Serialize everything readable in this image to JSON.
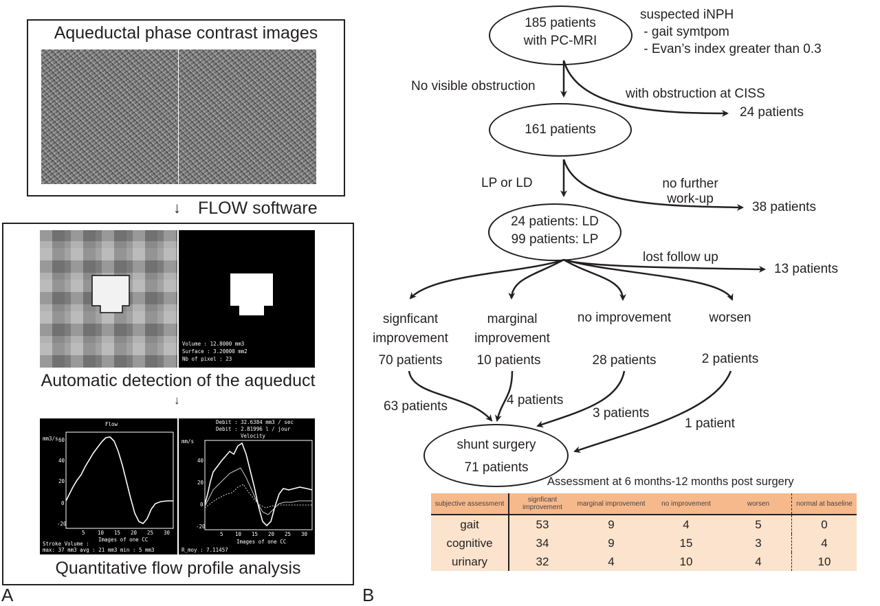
{
  "panel_a": {
    "label": "A",
    "title_pc": "Aqueductal phase contrast images",
    "step_software": "FLOW software",
    "title_detect": "Automatic detection of the aqueduct",
    "title_quant": "Quantitative flow profile analysis",
    "seg_stats": [
      "Volume : 12.8000 mm3",
      "Surface : 3.20000 mm2",
      "Nb of pixel : 23"
    ],
    "flow_plot": {
      "title": "Flow",
      "ylabel": "mm3/s",
      "xlabel": "Images of one CC",
      "yticks": [
        "60",
        "40",
        "20",
        "0",
        "-20"
      ],
      "xticks": [
        "5",
        "10",
        "15",
        "20",
        "25",
        "30"
      ],
      "stroke_label": "Stroke Volume :",
      "stroke_values": "max: 37 mm3  avg : 21 mm3  min : 5 mm3"
    },
    "velocity_plot": {
      "header1": "Debit : 32.6384 mm3 / sec",
      "header2": "Debit : 2.81996 l / jour",
      "title": "Velocity",
      "ylabel": "mm/s",
      "xlabel": "Images of one CC",
      "yticks": [
        "40",
        "20",
        "0",
        "-20"
      ],
      "xticks": [
        "5",
        "10",
        "15",
        "20",
        "25",
        "30"
      ],
      "footer": "R_moy : 7.11457"
    }
  },
  "panel_b": {
    "label": "B",
    "start": {
      "line1": "185 patients",
      "line2": "with PC-MRI"
    },
    "criteria": [
      "suspected iNPH",
      " - gait symtpom",
      " - Evan’s index greater than 0.3"
    ],
    "edge_no_obstruction": "No visible obstruction",
    "edge_obstruction": "with obstruction at CISS",
    "excluded_obstruction": "24 patients",
    "node_161": "161 patients",
    "edge_lp_ld": "LP or LD",
    "edge_no_workup": [
      "no further",
      "work-up"
    ],
    "excluded_workup": "38 patients",
    "node_tests": {
      "line1": "24 patients: LD",
      "line2": "99 patients: LP"
    },
    "edge_lost": "lost follow up",
    "excluded_lost": "13 patients",
    "outcomes": [
      {
        "label": [
          "signficant",
          "improvement"
        ],
        "count": "70 patients"
      },
      {
        "label": [
          "marginal",
          "improvement"
        ],
        "count": "10 patients"
      },
      {
        "label": [
          "no improvement"
        ],
        "count": "28 patients"
      },
      {
        "label": [
          "worsen"
        ],
        "count": "2 patients"
      }
    ],
    "to_shunt": [
      "63 patients",
      "4 patients",
      "3 patients",
      "1 patient"
    ],
    "shunt": {
      "line1": "shunt surgery",
      "line2": "71 patients"
    },
    "table": {
      "caption": "Assessment at 6 months-12 months post surgery",
      "headers": [
        "subjective assessment",
        "signficant improvement",
        "marginal improvement",
        "no improvement",
        "worsen",
        "normal at baseline"
      ],
      "rows": [
        [
          "gait",
          "53",
          "9",
          "4",
          "5",
          "0"
        ],
        [
          "cognitive",
          "34",
          "9",
          "15",
          "3",
          "4"
        ],
        [
          "urinary",
          "32",
          "4",
          "10",
          "4",
          "10"
        ]
      ]
    }
  }
}
